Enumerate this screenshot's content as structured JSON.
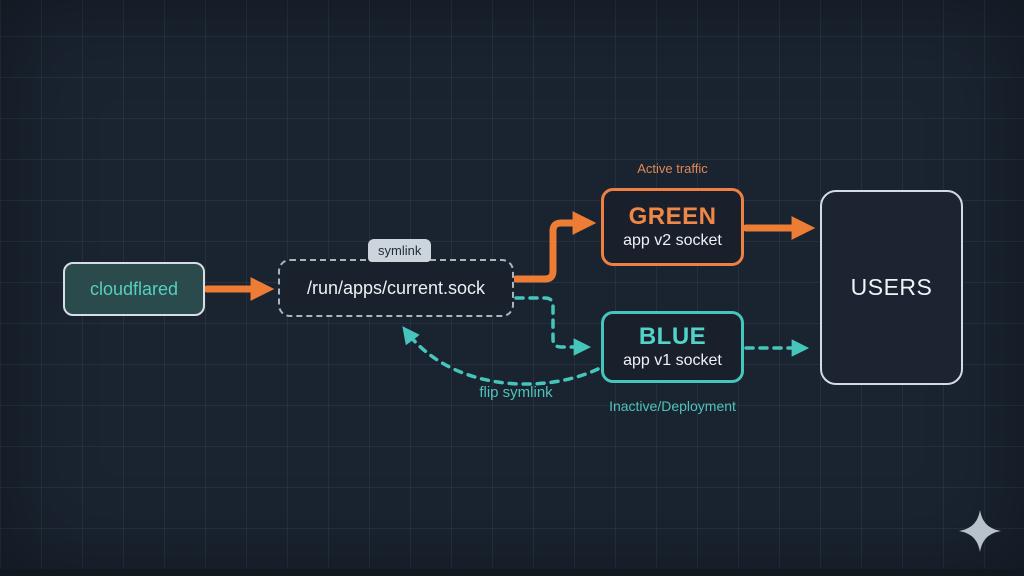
{
  "canvas": {
    "background_color": "#1A2330",
    "grid_color": "#2A3544"
  },
  "nodes": {
    "cloudflared": {
      "label": "cloudflared"
    },
    "socket": {
      "label": "/run/apps/current.sock",
      "badge": "symlink"
    },
    "green": {
      "title": "GREEN",
      "subtitle": "app v2 socket",
      "annotation": "Active traffic"
    },
    "blue": {
      "title": "BLUE",
      "subtitle": "app v1 socket",
      "annotation": "Inactive/Deployment"
    },
    "users": {
      "label": "USERS"
    }
  },
  "edges": {
    "flip_label": "flip symlink",
    "active_path": "cloudflared → current.sock → GREEN → USERS",
    "inactive_path": "current.sock ⇢ BLUE ⇢ USERS"
  },
  "colors": {
    "orange_accent": "#ED7D35",
    "teal_accent": "#45C5BB",
    "cloudflared_fill": "#2B4A4C",
    "cloudflared_text": "#55CFC2",
    "users_border": "#D5DBE2",
    "badge_fill": "#CCD4DC",
    "sparkle": "#B8C2CD"
  },
  "icons": {
    "sparkle": "four-point-star"
  }
}
